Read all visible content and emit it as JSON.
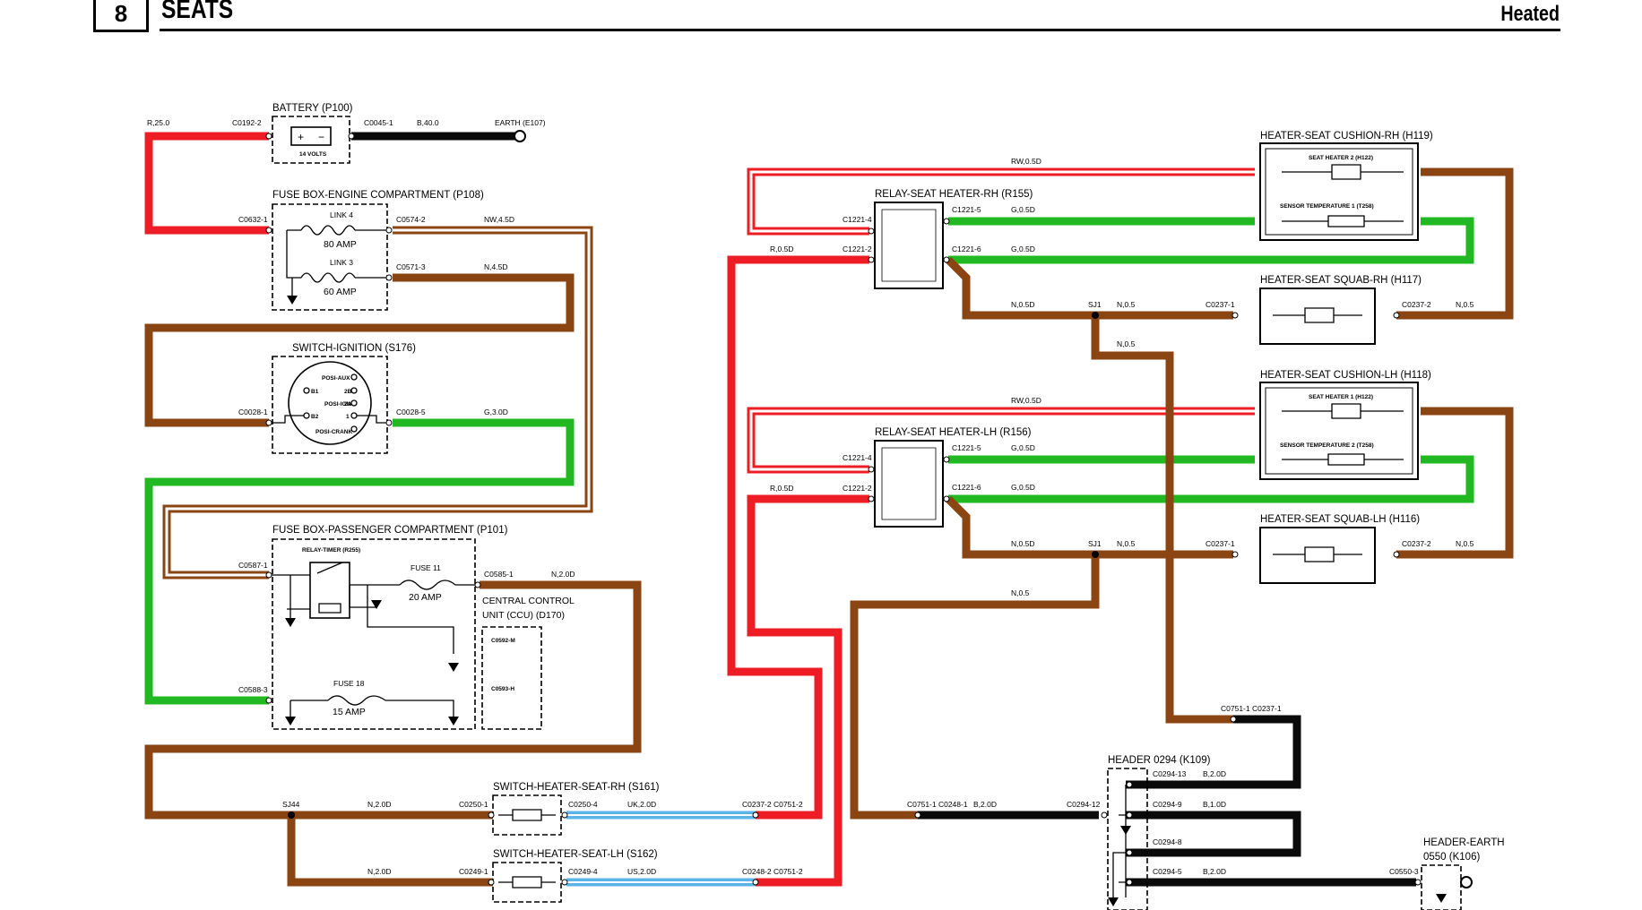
{
  "header": {
    "page_number": "8",
    "section": "SEATS",
    "subtitle": "Heated"
  },
  "components": {
    "battery": {
      "title": "BATTERY (P100)",
      "rating": "14 VOLTS"
    },
    "earth_e107": "EARTH (E107)",
    "fuse_box_engine": {
      "title": "FUSE BOX-ENGINE COMPARTMENT (P108)",
      "link4": "LINK 4",
      "link4_amp": "80 AMP",
      "link3": "LINK 3",
      "link3_amp": "60 AMP"
    },
    "switch_ignition": {
      "title": "SWITCH-IGNITION (S176)",
      "pos_aux": "POSI-AUX",
      "pos_ign": "POSI-IGN",
      "pos_crank": "POSI-CRANK",
      "p_b1": "B1",
      "p_b2": "B2",
      "p_2b": "2B",
      "p_2a": "2A",
      "p_1": "1"
    },
    "fuse_box_passenger": {
      "title": "FUSE BOX-PASSENGER COMPARTMENT (P101)",
      "relay_timer": "RELAY-TIMER (R255)",
      "fuse11": "FUSE 11",
      "fuse11_amp": "20 AMP",
      "fuse18": "FUSE 18",
      "fuse18_amp": "15 AMP"
    },
    "ccu": {
      "title1": "CENTRAL CONTROL",
      "title2": "UNIT (CCU) (D170)",
      "pin_m": "C0592-M",
      "pin_h": "C0593-H"
    },
    "relay_rh": {
      "title": "RELAY-SEAT HEATER-RH (R155)"
    },
    "relay_lh": {
      "title": "RELAY-SEAT HEATER-LH (R156)"
    },
    "cushion_rh": {
      "title": "HEATER-SEAT CUSHION-RH (H119)",
      "heater": "SEAT HEATER 2 (H122)",
      "sensor": "SENSOR TEMPERATURE 1 (T258)"
    },
    "squab_rh": {
      "title": "HEATER-SEAT SQUAB-RH (H117)"
    },
    "cushion_lh": {
      "title": "HEATER-SEAT CUSHION-LH (H118)",
      "heater": "SEAT HEATER 1 (H122)",
      "sensor": "SENSOR TEMPERATURE 2 (T258)"
    },
    "squab_lh": {
      "title": "HEATER-SEAT SQUAB-LH (H116)"
    },
    "switch_rh": {
      "title": "SWITCH-HEATER-SEAT-RH (S161)"
    },
    "switch_lh": {
      "title": "SWITCH-HEATER-SEAT-LH (S162)"
    },
    "header_0294": {
      "title": "HEADER 0294 (K109)"
    },
    "header_earth": {
      "title1": "HEADER-EARTH",
      "title2": "0550 (K106)"
    }
  },
  "connectors": {
    "c0192_2": "C0192-2",
    "c0045_1": "C0045-1",
    "c0632_1": "C0632-1",
    "c0574_2": "C0574-2",
    "c0571_3": "C0571-3",
    "c0028_1": "C0028-1",
    "c0028_5": "C0028-5",
    "c0587_1": "C0587-1",
    "c0585_1": "C0585-1",
    "c0588_3": "C0588-3",
    "c1221_4": "C1221-4",
    "c1221_2": "C1221-2",
    "c1221_5": "C1221-5",
    "c1221_6": "C1221-6",
    "c0237_1": "C0237-1",
    "c0237_2": "C0237-2",
    "sj1": "SJ1",
    "sj44": "SJ44",
    "c0250_1": "C0250-1",
    "c0250_4": "C0250-4",
    "c0249_1": "C0249-1",
    "c0249_4": "C0249-4",
    "c0237_2_c0751_2": "C0237-2 C0751-2",
    "c0248_2_c0751_2": "C0248-2 C0751-2",
    "c0751_1_c0248_1": "C0751-1 C0248-1",
    "c0751_1_c0237_1": "C0751-1 C0237-1",
    "c0294_12": "C0294-12",
    "c0294_13": "C0294-13",
    "c0294_9": "C0294-9",
    "c0294_8": "C0294-8",
    "c0294_5": "C0294-5",
    "c0550_3": "C0550-3"
  },
  "wires": {
    "r25": "R,25.0",
    "b40": "B,40.0",
    "nw45": "NW,4.5D",
    "n45": "N,4.5D",
    "g30": "G,3.0D",
    "n20": "N,2.0D",
    "rw05": "RW,0.5D",
    "r05": "R,0.5D",
    "g05": "G,0.5D",
    "n05d": "N,0.5D",
    "n05": "N,0.5",
    "uk20": "UK,2.0D",
    "us20": "US,2.0D",
    "b20": "B,2.0D",
    "b10": "B,1.0D"
  },
  "colors": {
    "red": "#ee1c24",
    "black": "#0a0a0a",
    "brown": "#8b4513",
    "green": "#22b822",
    "blue": "#5ab4e8"
  }
}
